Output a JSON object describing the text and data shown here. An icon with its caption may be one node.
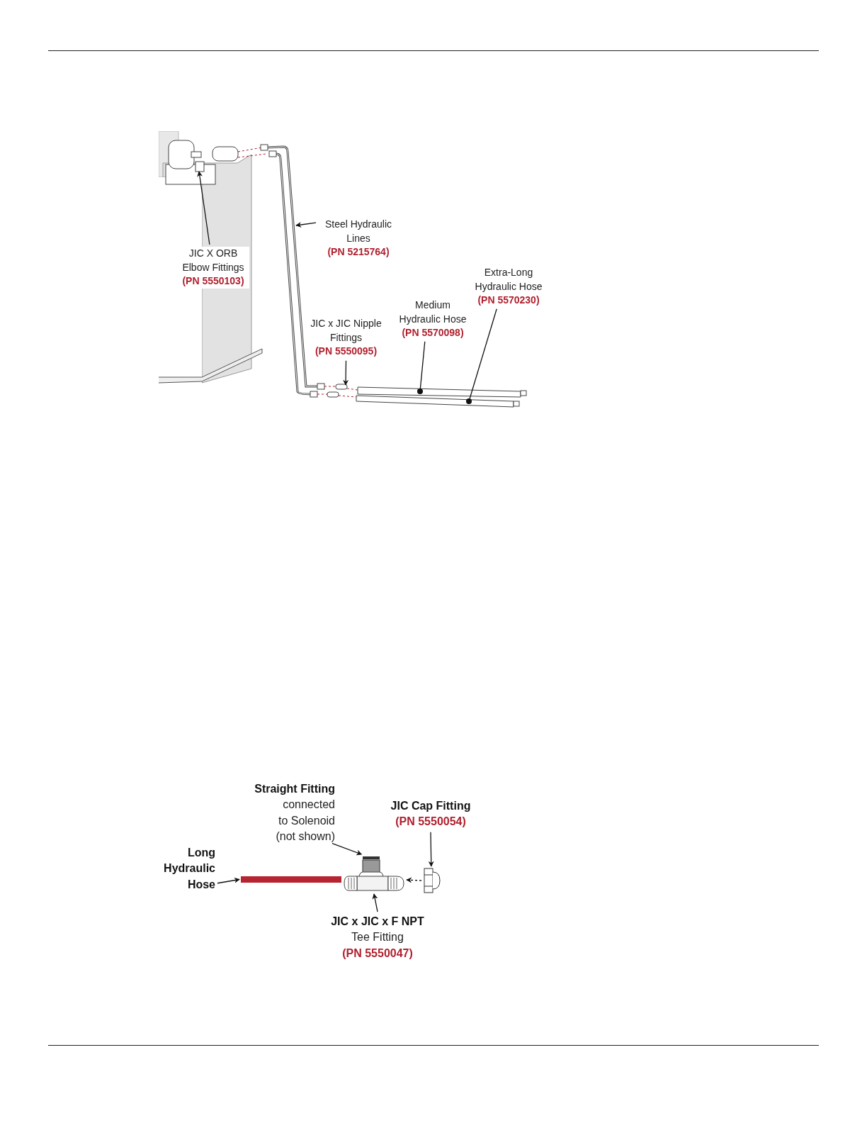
{
  "diagram": {
    "nodes": [
      {
        "text": [
          "JIC X ORB Elbow Fittings",
          "(PN 5550103)"
        ]
      },
      {
        "text": [
          "Steel Hydraulic Lines",
          "(PN 5215764)"
        ]
      },
      {
        "text": [
          "Extra-Long Hydraulic Hose",
          "(PN 5570230)"
        ]
      },
      {
        "text": [
          "Medium Hydraulic Hose",
          "(PN 5570098)"
        ]
      },
      {
        "text": [
          "JIC x JIC Nipple Fittings",
          "(PN 5550095)"
        ]
      },
      {
        "text": [
          "Straight Fitting",
          "connected to Solenoid (not shown)"
        ]
      },
      {
        "text": [
          "JIC Cap Fitting",
          "(PN 5550054)"
        ]
      },
      {
        "text": [
          "Long Hydraulic Hose"
        ]
      },
      {
        "text": [],
        "shape": "bar"
      },
      {
        "text": [],
        "shape": "picture"
      },
      {
        "text": [],
        "shape": "picture"
      },
      {
        "text": [
          "JIC x JIC x F NPT",
          "Tee Fitting",
          "(PN 5550047)"
        ]
      }
    ],
    "edges": [
      {
        "from": 0,
        "to": null,
        "arrow": "to"
      },
      {
        "from": 1,
        "to": null,
        "arrow": "to"
      },
      {
        "from": 2,
        "to": null,
        "arrow": "other"
      },
      {
        "from": 3,
        "to": null,
        "arrow": "other"
      },
      {
        "from": 4,
        "to": null,
        "arrow": "to"
      },
      {
        "from": 5,
        "to": 9,
        "arrow": "to"
      },
      {
        "from": 6,
        "to": 10,
        "arrow": "to"
      },
      {
        "from": 7,
        "to": 8,
        "arrow": "to"
      },
      {
        "from": 11,
        "to": 9,
        "arrow": "to"
      },
      {
        "from": 10,
        "to": 9,
        "arrow": "to",
        "style": "dashed"
      }
    ]
  }
}
